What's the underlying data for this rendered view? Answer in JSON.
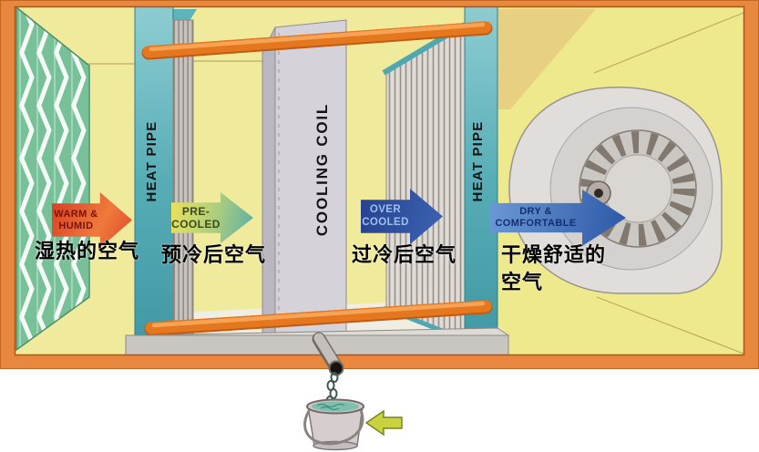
{
  "figure": {
    "kind": "heat-pipe-dehumidifier-air-handling-unit-diagram",
    "stages": [
      {
        "en_lines": [
          "WARM &",
          "HUMID"
        ],
        "zh_lines": [
          "湿热的空气"
        ]
      },
      {
        "en_lines": [
          "PRE-",
          "COOLED"
        ],
        "zh_lines": [
          "预冷后空气"
        ]
      },
      {
        "en_lines": [
          "OVER",
          "COOLED"
        ],
        "zh_lines": [
          "过冷后空气"
        ]
      },
      {
        "en_lines": [
          "DRY &",
          "COMFORTABLE"
        ],
        "zh_lines": [
          "干燥舒适的",
          "空气"
        ]
      }
    ],
    "components": {
      "heat_pipe_left": {
        "label": "HEAT PIPE"
      },
      "heat_pipe_right": {
        "label": "HEAT PIPE"
      },
      "cooling_coil": {
        "label": "COOLING COIL"
      }
    },
    "colors": {
      "duct_frame": "#e8873e",
      "duct_interior": "#f0eb9c",
      "heat_pipe_teal": "#57adb6",
      "filter_green": "#77c098",
      "cooling_coil_gray": "#d5d2d9",
      "refrigerant_pipe_orange": "#e5771f",
      "warm_arrow": "#dd4527",
      "precooled_arrow": "#a9cd80",
      "overcooled_arrow": "#2c4b9c",
      "dry_arrow": "#3a66b0",
      "bucket_water": "#7fbfae",
      "bucket_pointer_arrow": "#c9d23f"
    }
  }
}
